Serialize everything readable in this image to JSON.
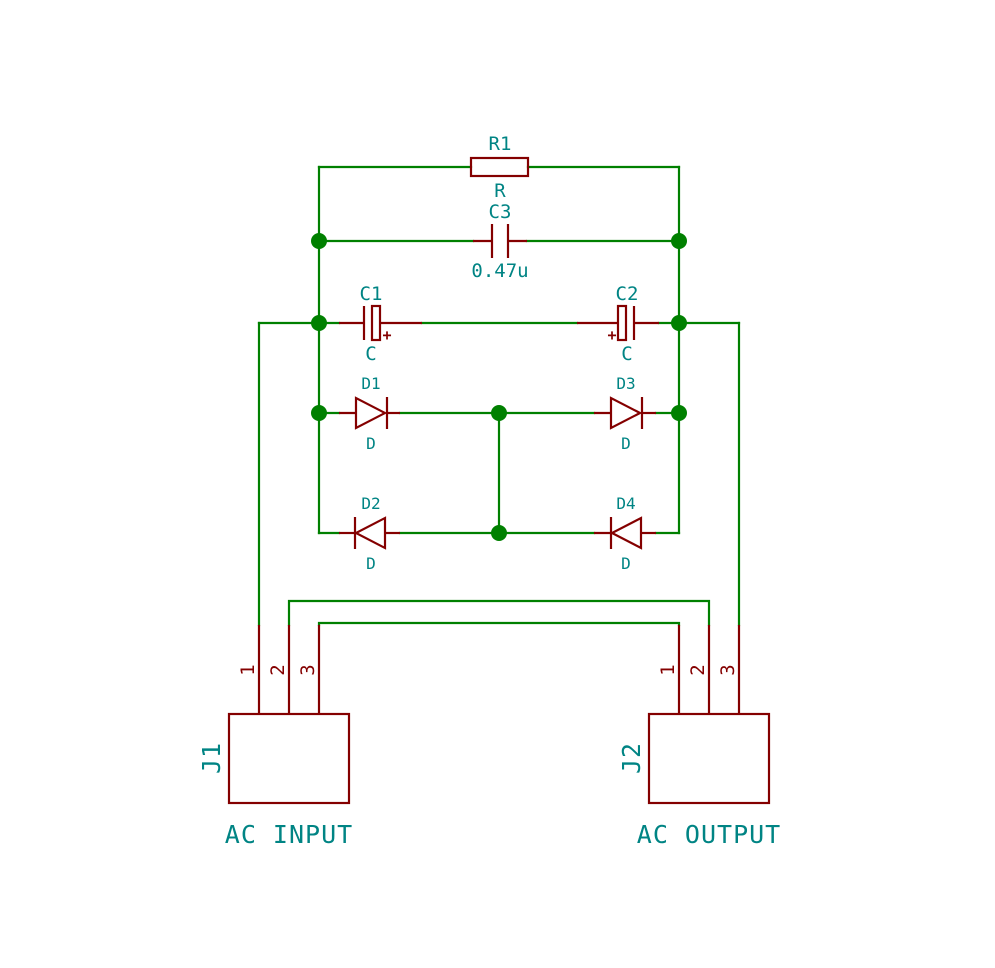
{
  "components": {
    "r1": {
      "ref": "R1",
      "value": "R"
    },
    "c3": {
      "ref": "C3",
      "value": "0.47u"
    },
    "c1": {
      "ref": "C1",
      "value": "C",
      "polarity": "+"
    },
    "c2": {
      "ref": "C2",
      "value": "C",
      "polarity": "+"
    },
    "d1": {
      "ref": "D1",
      "value": "D"
    },
    "d2": {
      "ref": "D2",
      "value": "D"
    },
    "d3": {
      "ref": "D3",
      "value": "D"
    },
    "d4": {
      "ref": "D4",
      "value": "D"
    }
  },
  "connectors": {
    "j1": {
      "ref": "J1",
      "label": "AC INPUT",
      "pins": [
        "1",
        "2",
        "3"
      ]
    },
    "j2": {
      "ref": "J2",
      "label": "AC OUTPUT",
      "pins": [
        "1",
        "2",
        "3"
      ]
    }
  },
  "colors": {
    "wire": "#008000",
    "part": "#840000",
    "text": "#008484"
  }
}
